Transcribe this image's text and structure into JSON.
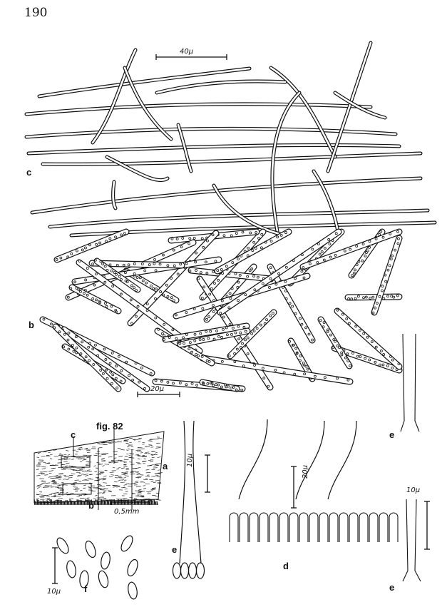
{
  "page_number": "190",
  "figure": {
    "title": "fig. 82",
    "panel_c": {
      "label": "c",
      "scale": "40μ"
    },
    "panel_b": {
      "label": "b",
      "scale": "20μ"
    },
    "section": {
      "label_a": "a",
      "label_b": "b",
      "label_c": "c",
      "scale": "0,5mm"
    },
    "spores": {
      "label": "f",
      "scale": "10μ"
    },
    "basidium_left": {
      "label": "e",
      "scale": "10μ"
    },
    "hymenium": {
      "label": "d",
      "scale": "20μ"
    },
    "basidia_right": {
      "label_top": "e",
      "label_bottom": "e",
      "scale": "10μ"
    }
  }
}
